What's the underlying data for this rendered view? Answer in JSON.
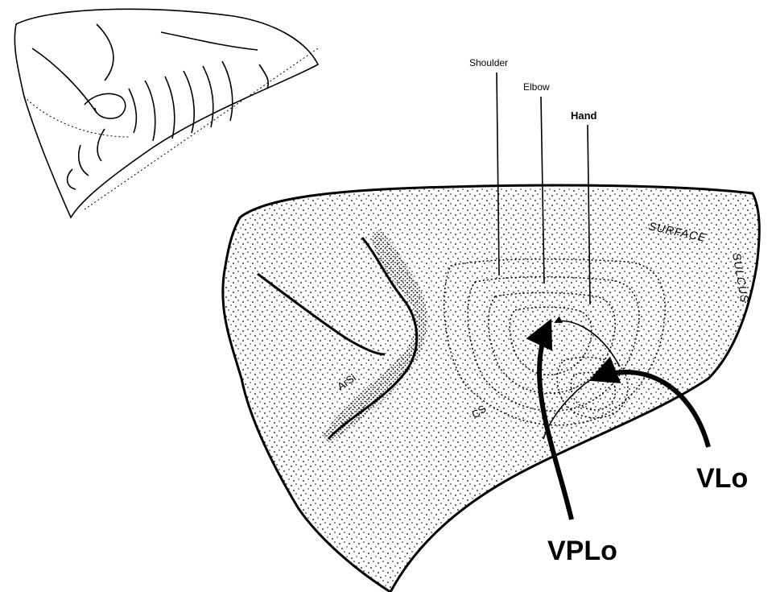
{
  "labels": {
    "shoulder": "Shoulder",
    "elbow": "Elbow",
    "hand": "Hand",
    "surface": "SURFACE",
    "sulcus": "SULCUS",
    "arsi": "ArSi",
    "cs": "CS",
    "vlo": "VLo",
    "vplo": "VPLo"
  },
  "colors": {
    "ink": "#000000",
    "background": "#ffffff"
  }
}
